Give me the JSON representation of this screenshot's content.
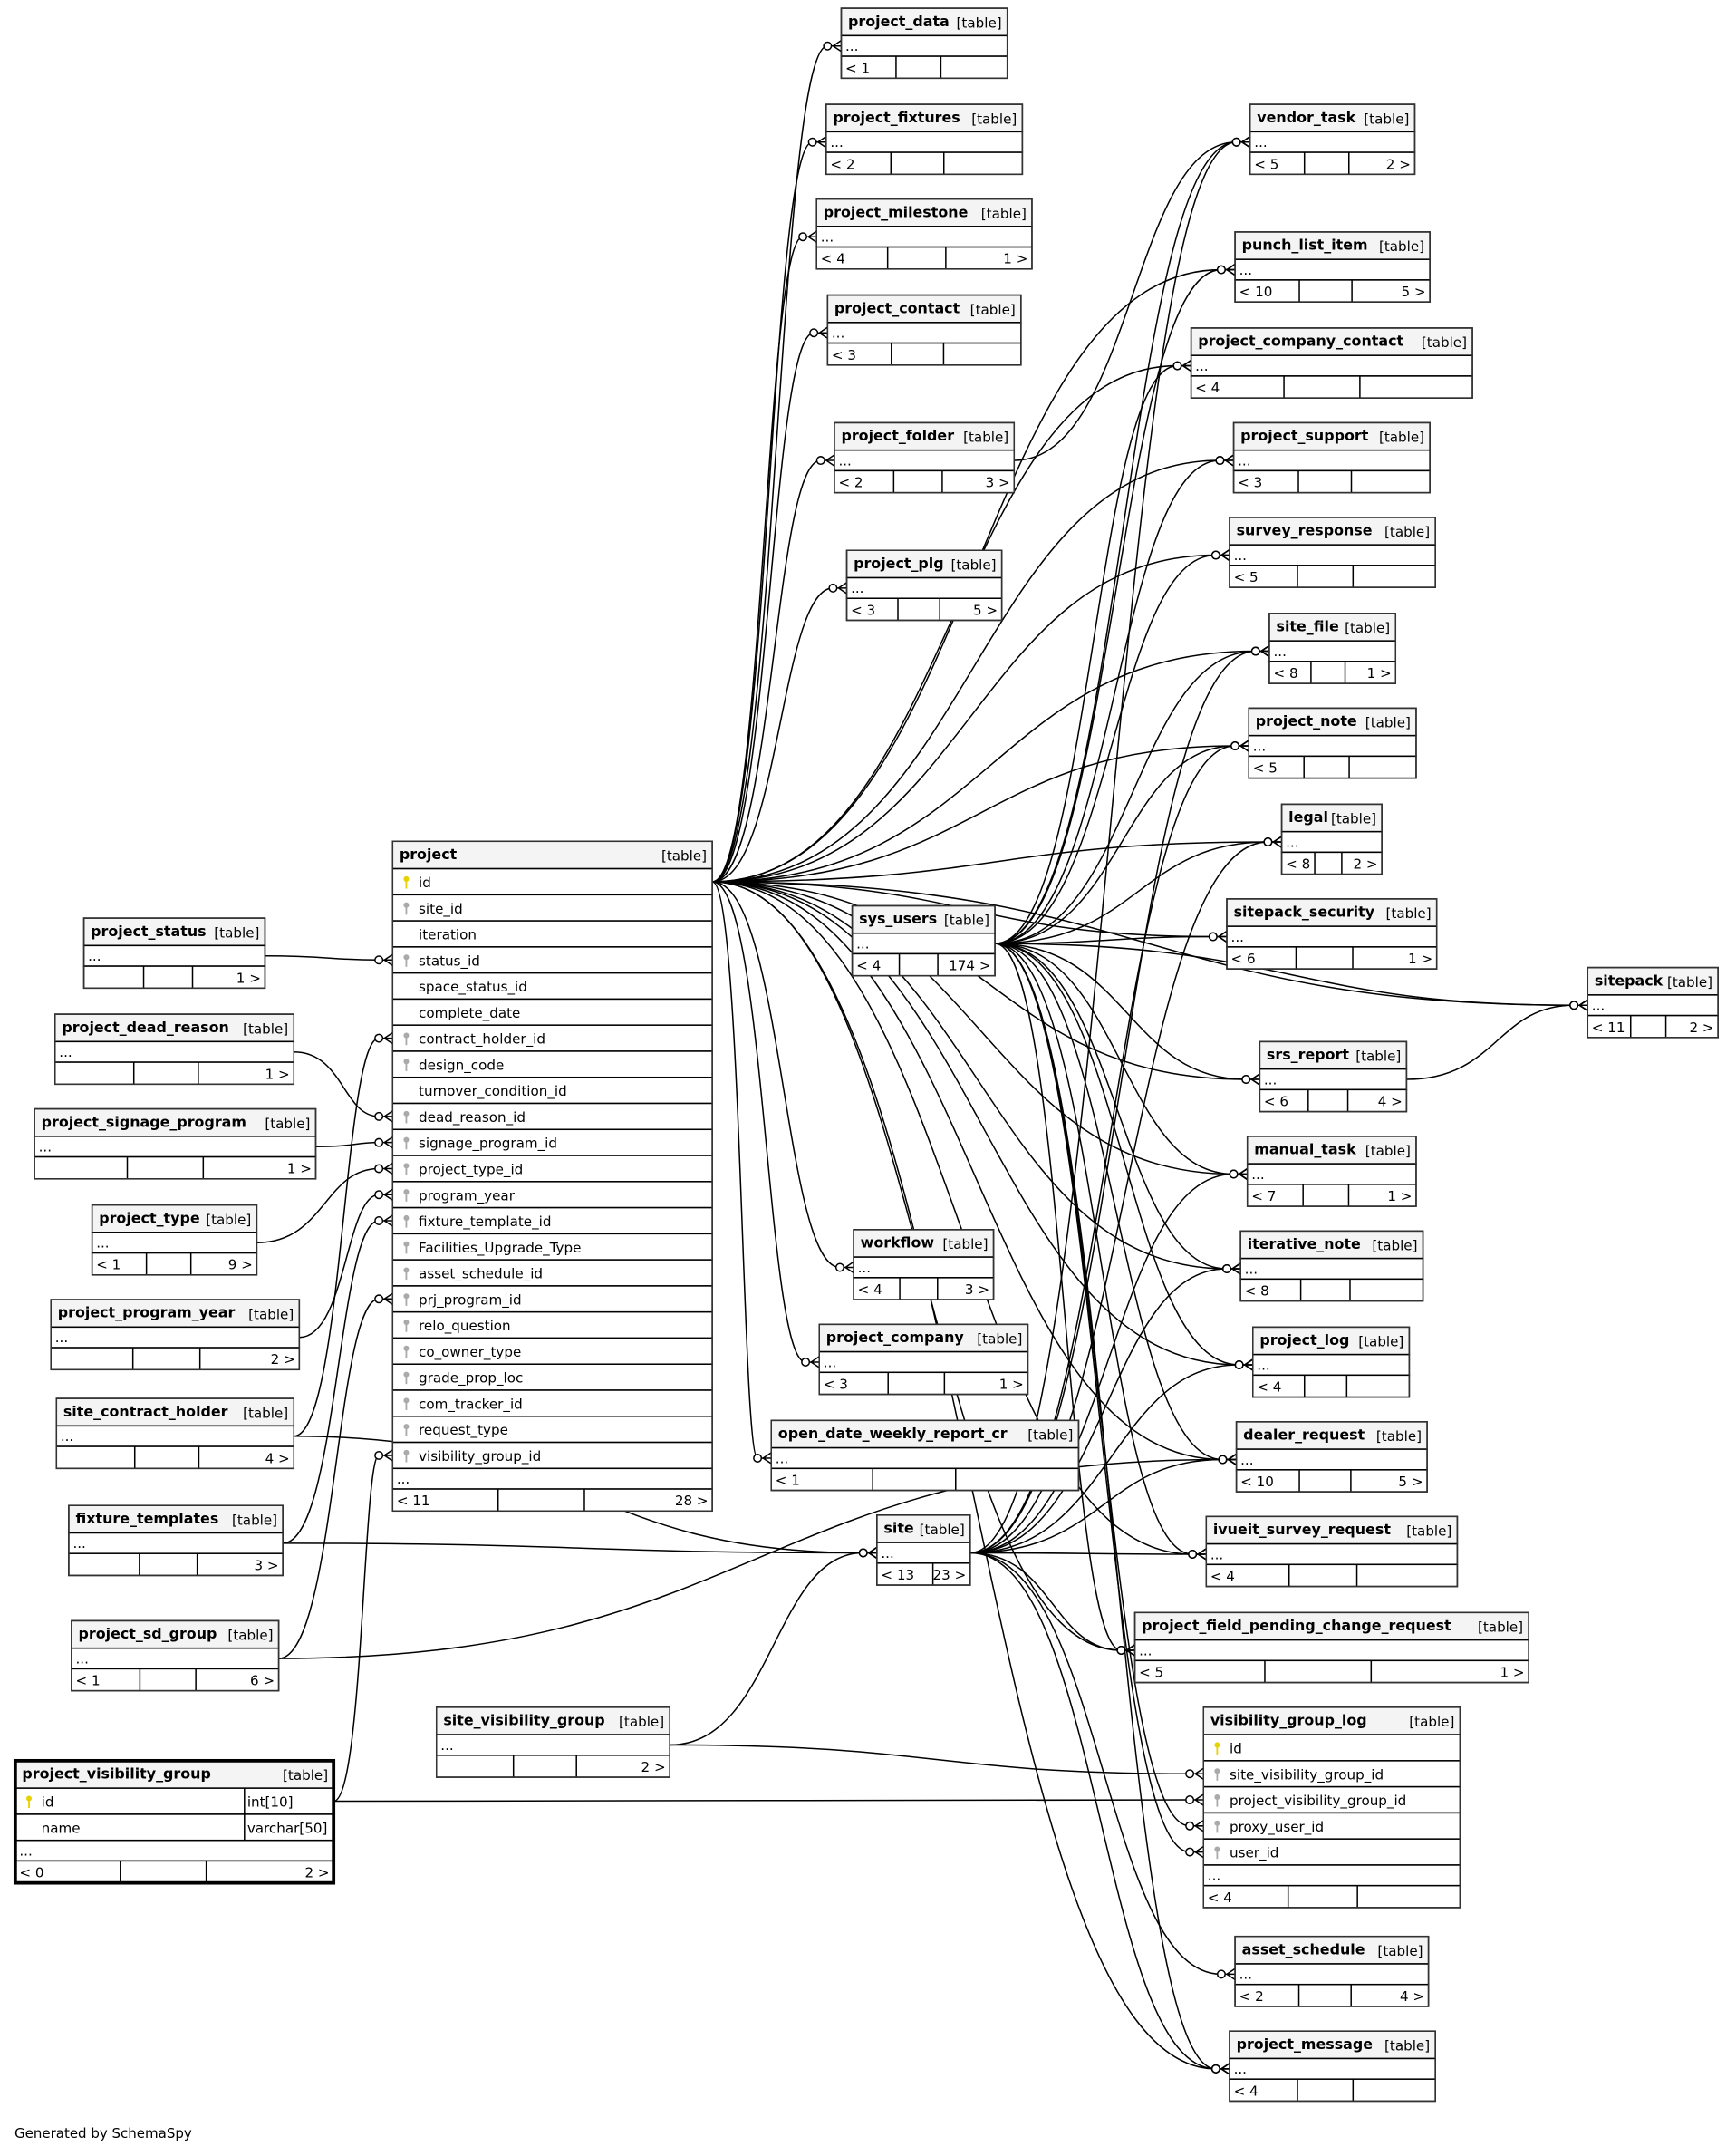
{
  "type_label": "[table]",
  "ellipsis": "...",
  "generated_by": "Generated by SchemaSpy",
  "colors": {
    "pk_key": "#e6d200",
    "fk_key": "#aaaaaa",
    "header_bg": "#f4f4f4"
  },
  "tables": [
    {
      "name": "project",
      "columns": [
        {
          "name": "id",
          "key": "pk"
        },
        {
          "name": "site_id",
          "key": "fk"
        },
        {
          "name": "iteration",
          "key": ""
        },
        {
          "name": "status_id",
          "key": "fk"
        },
        {
          "name": "space_status_id",
          "key": ""
        },
        {
          "name": "complete_date",
          "key": ""
        },
        {
          "name": "contract_holder_id",
          "key": "fk"
        },
        {
          "name": "design_code",
          "key": "fk"
        },
        {
          "name": "turnover_condition_id",
          "key": ""
        },
        {
          "name": "dead_reason_id",
          "key": "fk"
        },
        {
          "name": "signage_program_id",
          "key": "fk"
        },
        {
          "name": "project_type_id",
          "key": "fk"
        },
        {
          "name": "program_year",
          "key": "fk"
        },
        {
          "name": "fixture_template_id",
          "key": "fk"
        },
        {
          "name": "Facilities_Upgrade_Type",
          "key": "fk"
        },
        {
          "name": "asset_schedule_id",
          "key": "fk"
        },
        {
          "name": "prj_program_id",
          "key": "fk"
        },
        {
          "name": "relo_question",
          "key": "fk"
        },
        {
          "name": "co_owner_type",
          "key": "fk"
        },
        {
          "name": "grade_prop_loc",
          "key": "fk"
        },
        {
          "name": "com_tracker_id",
          "key": "fk"
        },
        {
          "name": "request_type",
          "key": "fk"
        },
        {
          "name": "visibility_group_id",
          "key": "fk"
        }
      ],
      "footer": [
        "< 11",
        "",
        "28 >"
      ]
    },
    {
      "name": "project_data",
      "footer": [
        "< 1",
        "",
        ""
      ]
    },
    {
      "name": "project_fixtures",
      "footer": [
        "< 2",
        "",
        ""
      ]
    },
    {
      "name": "project_milestone",
      "footer": [
        "< 4",
        "",
        "1 >"
      ]
    },
    {
      "name": "project_contact",
      "footer": [
        "< 3",
        "",
        ""
      ]
    },
    {
      "name": "project_folder",
      "footer": [
        "< 2",
        "",
        "3 >"
      ]
    },
    {
      "name": "project_plg",
      "footer": [
        "< 3",
        "",
        "5 >"
      ]
    },
    {
      "name": "vendor_task",
      "footer": [
        "< 5",
        "",
        "2 >"
      ]
    },
    {
      "name": "punch_list_item",
      "footer": [
        "< 10",
        "",
        "5 >"
      ]
    },
    {
      "name": "project_company_contact",
      "footer": [
        "< 4",
        "",
        ""
      ]
    },
    {
      "name": "project_support",
      "footer": [
        "< 3",
        "",
        ""
      ]
    },
    {
      "name": "survey_response",
      "footer": [
        "< 5",
        "",
        ""
      ]
    },
    {
      "name": "site_file",
      "footer": [
        "< 8",
        "",
        "1 >"
      ]
    },
    {
      "name": "project_note",
      "footer": [
        "< 5",
        "",
        ""
      ]
    },
    {
      "name": "legal",
      "footer": [
        "< 8",
        "",
        "2 >"
      ]
    },
    {
      "name": "sitepack_security",
      "footer": [
        "< 6",
        "",
        "1 >"
      ]
    },
    {
      "name": "sys_users",
      "footer": [
        "< 4",
        "",
        "174 >"
      ]
    },
    {
      "name": "sitepack",
      "footer": [
        "< 11",
        "",
        "2 >"
      ]
    },
    {
      "name": "srs_report",
      "footer": [
        "< 6",
        "",
        "4 >"
      ]
    },
    {
      "name": "manual_task",
      "footer": [
        "< 7",
        "",
        "1 >"
      ]
    },
    {
      "name": "iterative_note",
      "footer": [
        "< 8",
        "",
        ""
      ]
    },
    {
      "name": "project_log",
      "footer": [
        "< 4",
        "",
        ""
      ]
    },
    {
      "name": "dealer_request",
      "footer": [
        "< 10",
        "",
        "5 >"
      ]
    },
    {
      "name": "ivueit_survey_request",
      "footer": [
        "< 4",
        "",
        ""
      ]
    },
    {
      "name": "project_field_pending_change_request",
      "footer": [
        "< 5",
        "",
        "1 >"
      ]
    },
    {
      "name": "visibility_group_log",
      "columns": [
        {
          "name": "id",
          "key": "pk"
        },
        {
          "name": "site_visibility_group_id",
          "key": "fk"
        },
        {
          "name": "project_visibility_group_id",
          "key": "fk"
        },
        {
          "name": "proxy_user_id",
          "key": "fk"
        },
        {
          "name": "user_id",
          "key": "fk"
        }
      ],
      "footer": [
        "< 4",
        "",
        ""
      ]
    },
    {
      "name": "asset_schedule",
      "footer": [
        "< 2",
        "",
        "4 >"
      ]
    },
    {
      "name": "project_message",
      "footer": [
        "< 4",
        "",
        ""
      ]
    },
    {
      "name": "workflow",
      "footer": [
        "< 4",
        "",
        "3 >"
      ]
    },
    {
      "name": "project_company",
      "footer": [
        "< 3",
        "",
        "1 >"
      ]
    },
    {
      "name": "open_date_weekly_report_cr",
      "footer": [
        "< 1",
        "",
        ""
      ]
    },
    {
      "name": "site",
      "footer": [
        "< 13",
        "23 >"
      ]
    },
    {
      "name": "site_visibility_group",
      "footer": [
        "",
        "",
        "2 >"
      ]
    },
    {
      "name": "project_visibility_group",
      "columns": [
        {
          "name": "id",
          "key": "pk",
          "dtype": "int[10]"
        },
        {
          "name": "name",
          "key": "",
          "dtype": "varchar[50]"
        }
      ],
      "footer": [
        "< 0",
        "",
        "2 >"
      ],
      "focus": true
    },
    {
      "name": "project_sd_group",
      "footer": [
        "< 1",
        "",
        "6 >"
      ]
    },
    {
      "name": "fixture_templates",
      "footer": [
        "",
        "",
        "3 >"
      ]
    },
    {
      "name": "site_contract_holder",
      "footer": [
        "",
        "",
        "4 >"
      ]
    },
    {
      "name": "project_program_year",
      "footer": [
        "",
        "",
        "2 >"
      ]
    },
    {
      "name": "project_type",
      "footer": [
        "< 1",
        "",
        "9 >"
      ]
    },
    {
      "name": "project_signage_program",
      "footer": [
        "",
        "",
        "1 >"
      ]
    },
    {
      "name": "project_dead_reason",
      "footer": [
        "",
        "",
        "1 >"
      ]
    },
    {
      "name": "project_status",
      "footer": [
        "",
        "",
        "1 >"
      ]
    }
  ]
}
